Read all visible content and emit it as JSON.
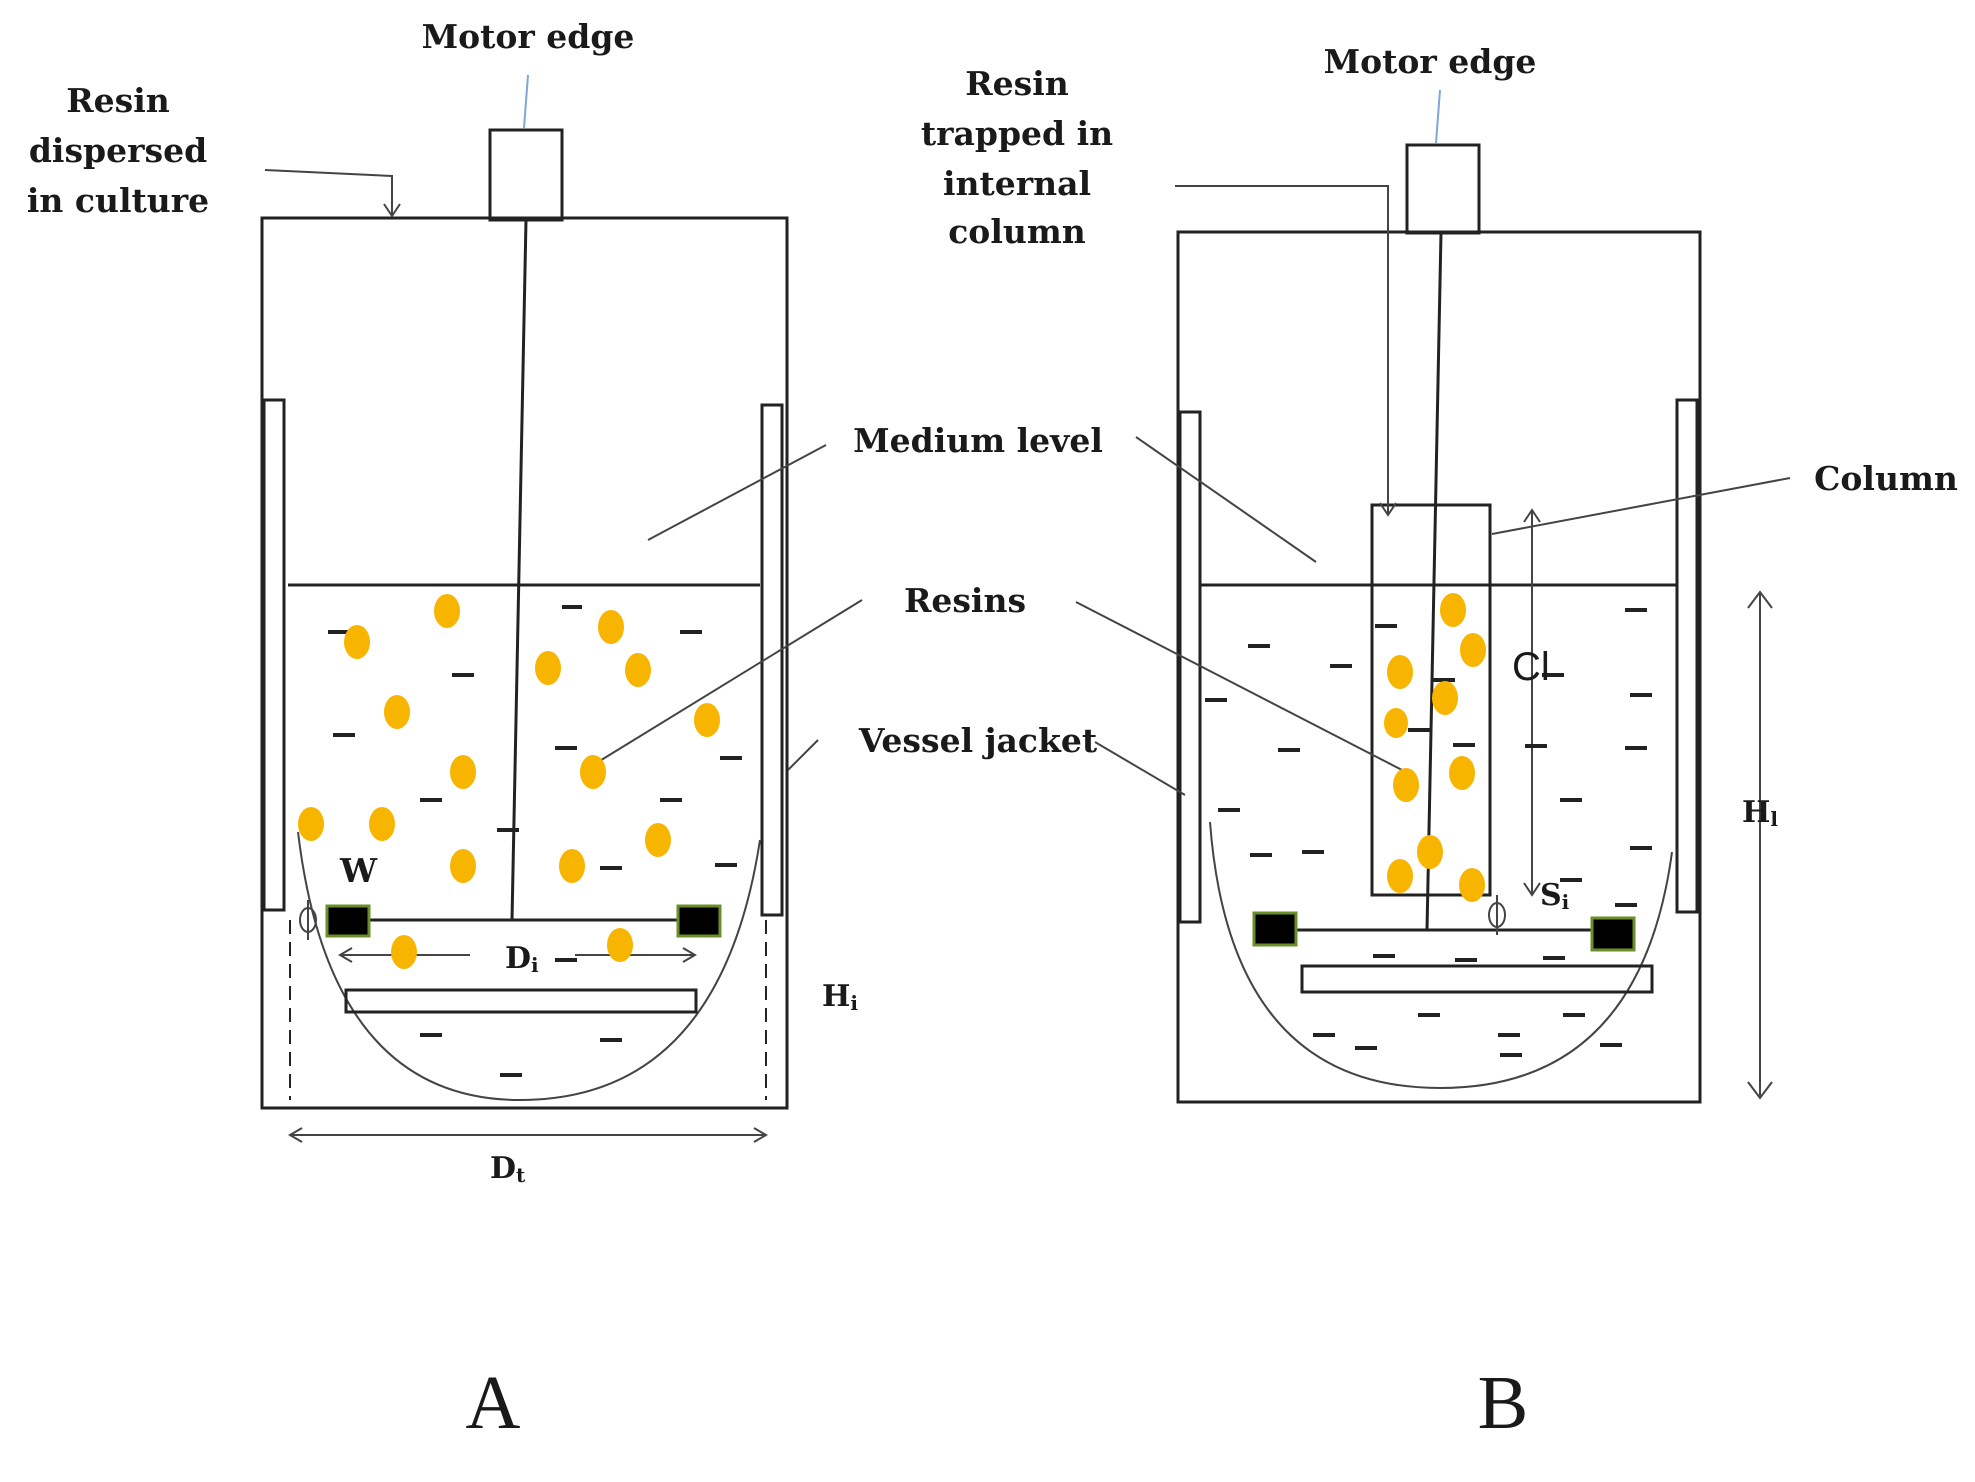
{
  "panels": {
    "a": {
      "caption": "A",
      "motor_label": "Motor edge",
      "resin_label": [
        "Resin",
        "dispersed",
        "in culture"
      ],
      "medium_label": "Medium level",
      "resins_label": "Resins",
      "jacket_label": "Vessel jacket",
      "w_label": "W",
      "di_label": "D",
      "di_sub": "i",
      "dt_label": "D",
      "dt_sub": "t",
      "hi_label": "H",
      "hi_sub": "i"
    },
    "b": {
      "caption": "B",
      "motor_label": "Motor edge",
      "resin_label": [
        "Resin",
        "trapped  in",
        "internal",
        "column"
      ],
      "column_label": "Column",
      "cl_label": "Cl",
      "si_label": "S",
      "si_sub": "i",
      "hl_label": "H",
      "hl_sub": "l"
    }
  },
  "colors": {
    "resin": "#f7b500",
    "impeller_blade": "#000000",
    "impeller_border": "#6a8f2a",
    "line": "#222222",
    "pointer": "#7fa7d9"
  }
}
